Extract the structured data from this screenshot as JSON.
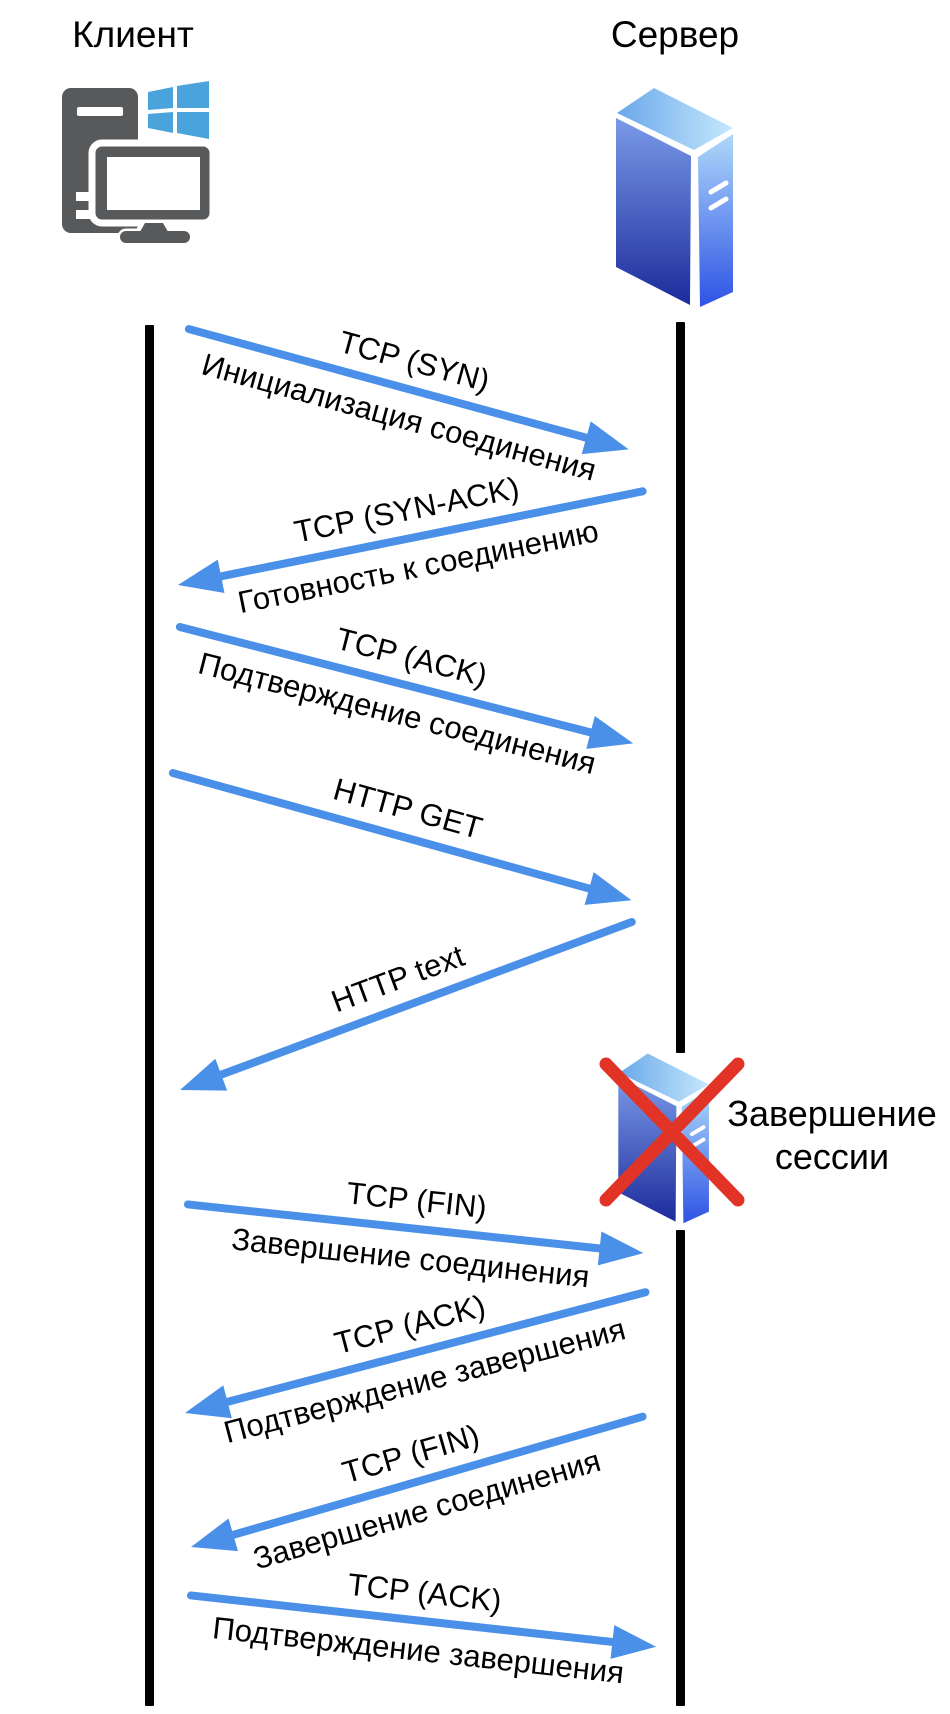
{
  "diagram": {
    "client": {
      "label": "Клиент"
    },
    "server": {
      "label": "Сервер"
    },
    "session_end": {
      "line1": "Завершение",
      "line2": "сессии"
    },
    "messages": [
      {
        "label": "TCP (SYN)",
        "sublabel": "Инициализация соединения",
        "direction": "right"
      },
      {
        "label": "TCP (SYN-ACK)",
        "sublabel": "Готовность к соединению",
        "direction": "left"
      },
      {
        "label": "TCP (ACK)",
        "sublabel": "Подтверждение соединения",
        "direction": "right"
      },
      {
        "label": "HTTP GET",
        "sublabel": "",
        "direction": "right"
      },
      {
        "label": "HTTP text",
        "sublabel": "",
        "direction": "left"
      },
      {
        "label": "TCP (FIN)",
        "sublabel": "Завершение соединения",
        "direction": "right"
      },
      {
        "label": "TCP (ACK)",
        "sublabel": "Подтверждение завершения",
        "direction": "left"
      },
      {
        "label": "TCP (FIN)",
        "sublabel": "Завершение соединения",
        "direction": "left"
      },
      {
        "label": "TCP (ACK)",
        "sublabel": "Подтверждение завершения",
        "direction": "right"
      }
    ],
    "colors": {
      "arrow_blue": "#4a90e8",
      "lifeline_black": "#000000",
      "client_gray": "#58595b",
      "windows_logo_blue": "#4aa4db",
      "red_x": "#e23327",
      "server_gradient_top": "#aed8fa",
      "server_gradient_bottom": "#1c2b9b"
    }
  }
}
